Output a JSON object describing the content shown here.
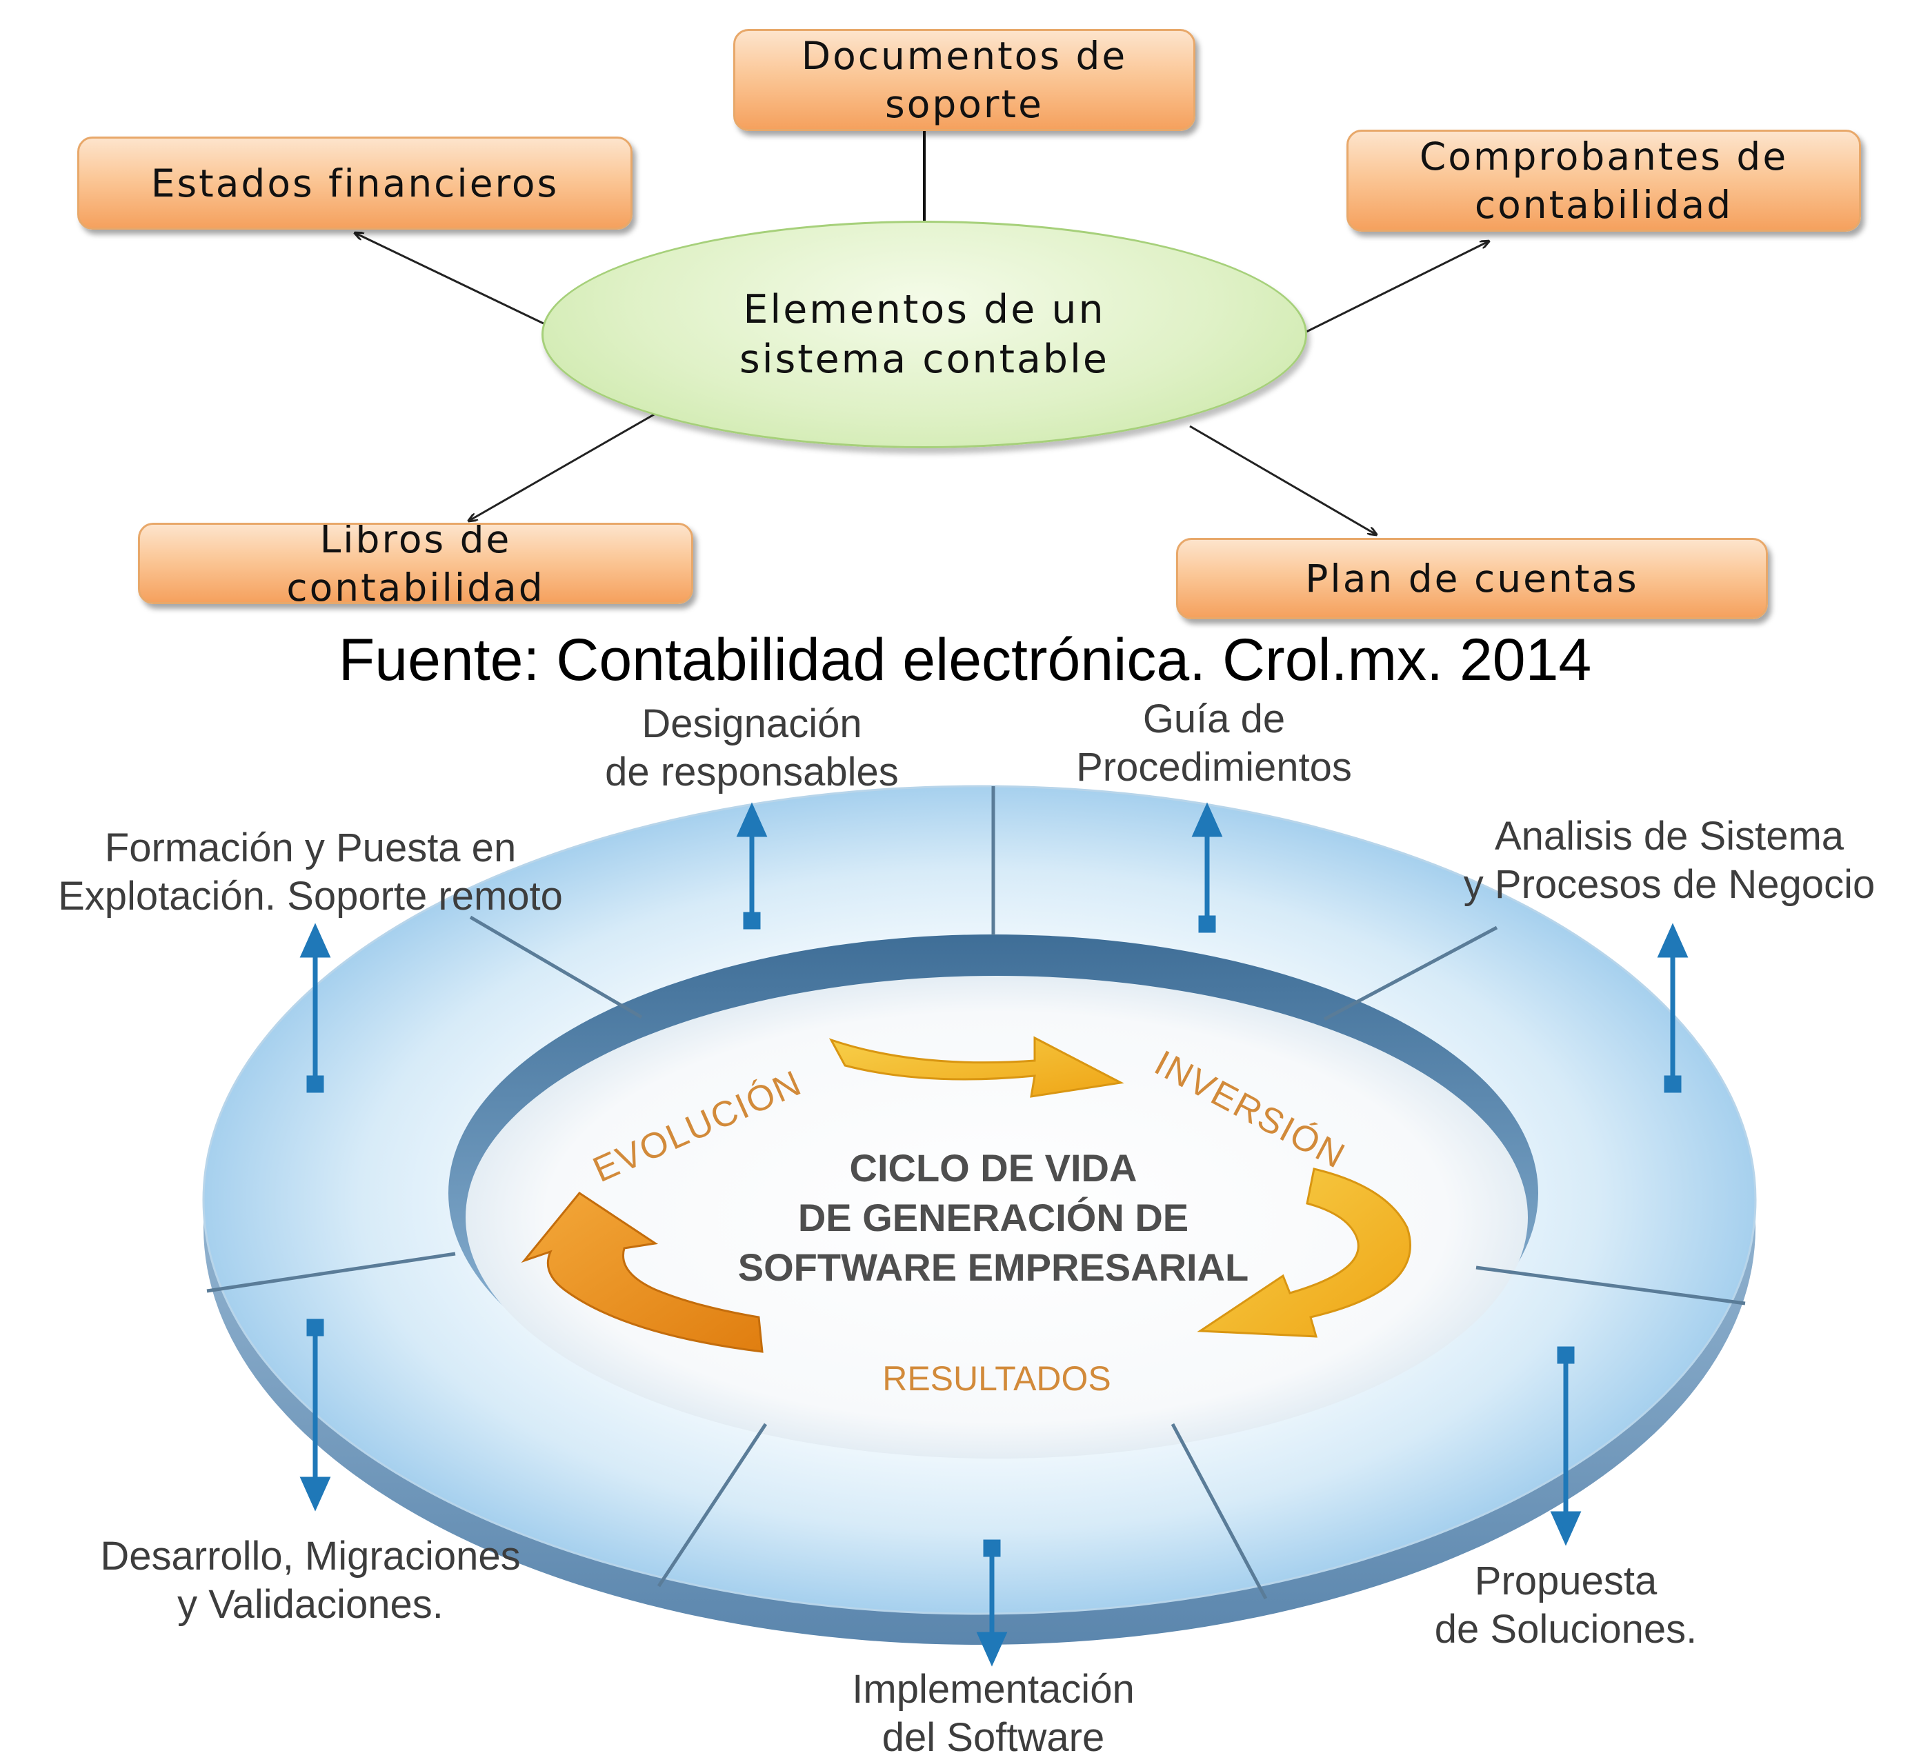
{
  "concept_map": {
    "center": "Elementos de un\nsistema contable",
    "nodes": {
      "documentos": "Documentos de\nsoporte",
      "estados": "Estados financieros",
      "comprobantes": "Comprobantes de\ncontabilidad",
      "libros": "Libros de\ncontabilidad",
      "plan": "Plan de cuentas"
    }
  },
  "source_caption": "Fuente: Contabilidad electrónica. Crol.mx. 2014",
  "lifecycle": {
    "title_line1": "CICLO DE VIDA",
    "title_line2": "DE GENERACIÓN DE",
    "title_line3": "SOFTWARE EMPRESARIAL",
    "phases": {
      "evolucion": "EVOLUCIÓN",
      "inversion": "INVERSIÓN",
      "resultados": "RESULTADOS"
    },
    "steps": {
      "designacion": "Designación\nde responsables",
      "guia": "Guía de\nProcedimientos",
      "analisis": "Analisis de Sistema\ny Procesos de Negocio",
      "formacion": "Formación y Puesta en\nExplotación. Soporte remoto",
      "desarrollo": "Desarrollo, Migraciones\ny Validaciones.",
      "implementacion": "Implementación\ndel Software",
      "propuesta": "Propuesta\nde Soluciones."
    },
    "colors": {
      "ring_light": "#f4f9fd",
      "ring_blue": "#a9d2ef",
      "ring_edge": "#4f7fa8",
      "arrow_blue": "#1f78b8",
      "cycle_arrow_yellow": "#f2b01b",
      "cycle_arrow_orange": "#e88a13",
      "phase_text": "#d28a3a",
      "title_text": "#4e4e4e"
    }
  }
}
